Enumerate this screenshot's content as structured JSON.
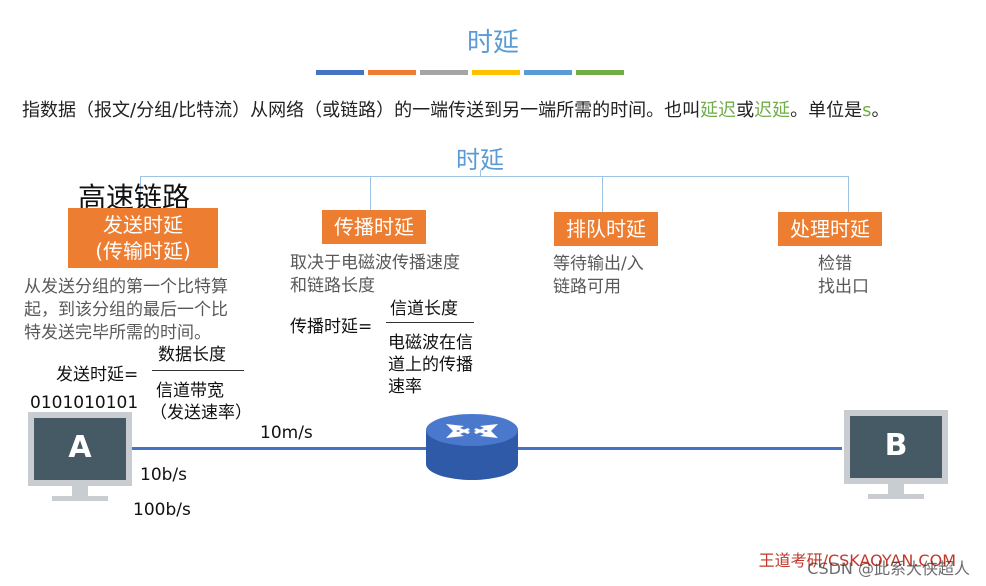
{
  "title": "时延",
  "colorbar": [
    "#4472c4",
    "#ed7d31",
    "#a5a5a5",
    "#ffc000",
    "#5b9bd5",
    "#70ad47"
  ],
  "definition": {
    "part1": "指数据（报文/分组/比特流）从网络（或链路）的一端传送到另一端所需的时间。也叫",
    "term1": "延迟",
    "or": "或",
    "term2": "迟延",
    "part2": "。单位是",
    "unit": "s",
    "end": "。"
  },
  "tree_title": "时延",
  "high_speed_label": "高速链路",
  "categories": {
    "transmission": {
      "label_line1": "发送时延",
      "label_line2": "(传输时延)",
      "desc_line1": "从发送分组的第一个比特算",
      "desc_line2": "起，到该分组的最后一个比",
      "desc_line3": "特发送完毕所需的时间。"
    },
    "propagation": {
      "label": "传播时延",
      "desc_line1": "取决于电磁波传播速度",
      "desc_line2": "和链路长度"
    },
    "queuing": {
      "label": "排队时延",
      "desc_line1": "等待输出/入",
      "desc_line2": "链路可用"
    },
    "processing": {
      "label": "处理时延",
      "desc_line1": "检错",
      "desc_line2": "找出口"
    }
  },
  "formula_send": {
    "lhs": "发送时延=",
    "numerator": "数据长度",
    "denominator_line1": "信道带宽",
    "denominator_line2": "（发送速率）"
  },
  "formula_prop": {
    "lhs": "传播时延=",
    "numerator": "信道长度",
    "denominator_line1": "电磁波在信",
    "denominator_line2": "道上的传播",
    "denominator_line3": "速率"
  },
  "bits": "0101010101",
  "host_a": "A",
  "host_b": "B",
  "speed_link": "10m/s",
  "rate_low": "10b/s",
  "rate_high": "100b/s",
  "watermark_brand": "王道考研/CSKAOYAN.COM",
  "watermark_csdn": "CSDN @此系大侠超人"
}
